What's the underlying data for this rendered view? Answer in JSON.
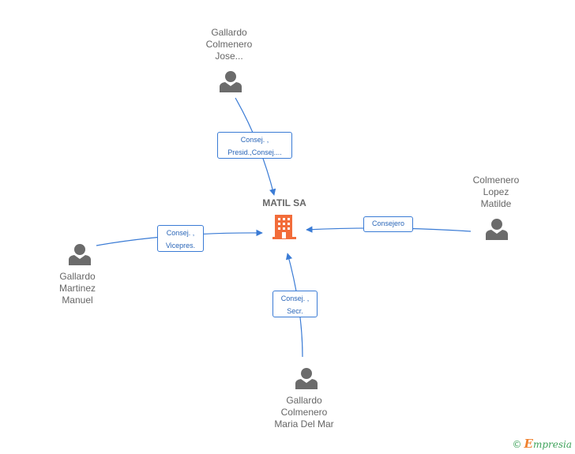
{
  "company": {
    "name": "MATIL SA",
    "icon": "building-icon",
    "color": "#f26c3a"
  },
  "people": [
    {
      "id": "top",
      "lines": [
        "Gallardo",
        "Colmenero",
        "Jose..."
      ],
      "role_lines": [
        "Consej. ,",
        "Presid.,Consej...."
      ]
    },
    {
      "id": "left",
      "lines": [
        "Gallardo",
        "Martinez",
        "Manuel"
      ],
      "role_lines": [
        "Consej. ,",
        "Vicepres."
      ]
    },
    {
      "id": "right",
      "lines": [
        "Colmenero",
        "Lopez",
        "Matilde"
      ],
      "role_lines": [
        "Consejero"
      ]
    },
    {
      "id": "bottom",
      "lines": [
        "Gallardo",
        "Colmenero",
        "Maria Del Mar"
      ],
      "role_lines": [
        "Consej. ,",
        "Secr."
      ]
    }
  ],
  "colors": {
    "edge": "#3a7bd5",
    "person_icon": "#6b6b6b",
    "text": "#666666",
    "label_text": "#2a66b8"
  },
  "brand": {
    "copyright": "©",
    "initial": "E",
    "name_rest": "mpresia"
  }
}
